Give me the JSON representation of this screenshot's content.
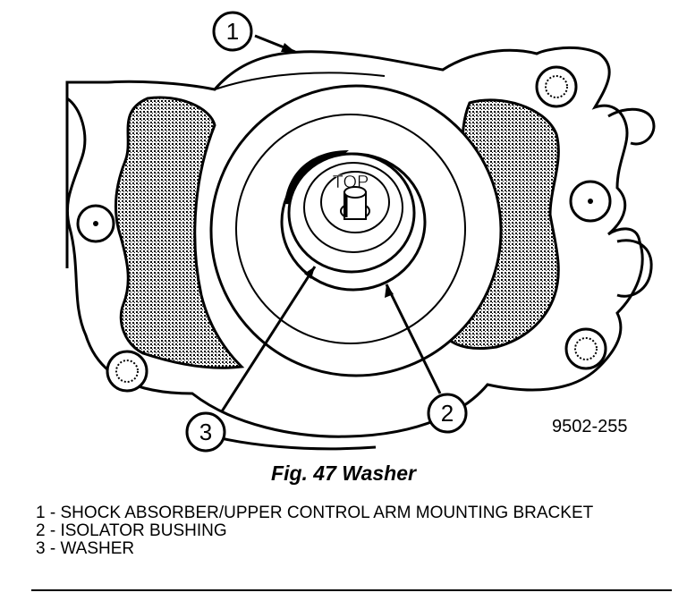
{
  "figure": {
    "callouts": [
      {
        "number": "1"
      },
      {
        "number": "2"
      },
      {
        "number": "3"
      }
    ],
    "top_mark": "TOP",
    "reference_number": "9502-255"
  },
  "caption": "Fig. 47 Washer",
  "legend": [
    "1 - SHOCK ABSORBER/UPPER CONTROL ARM MOUNTING BRACKET",
    "2 - ISOLATOR BUSHING",
    "3 - WASHER"
  ]
}
